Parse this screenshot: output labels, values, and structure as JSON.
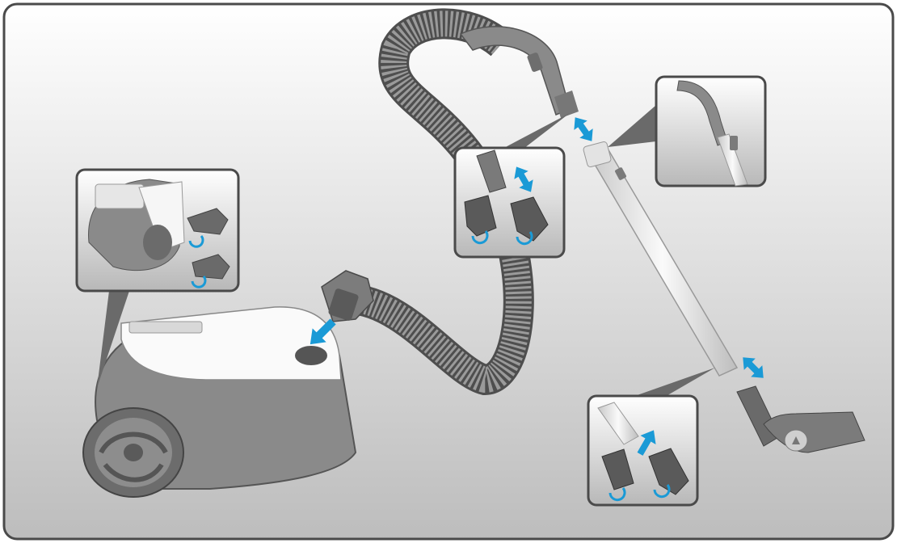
{
  "diagram": {
    "panel_colors": {
      "top": "#ffffff",
      "bottom": "#bdbdbd",
      "frame": "#4a4a4a"
    },
    "accent": "#1a9ad6",
    "device_colors": {
      "body_white": "#fafafa",
      "body_gray": "#8a8a8a",
      "dark": "#5e5e5e",
      "tube": "#e9e9e9"
    },
    "icons": [
      "vacuum-body",
      "flexible-hose",
      "hose-handle",
      "extension-tube",
      "floor-nozzle",
      "push-arrow-icon",
      "double-arrow-icon",
      "rotate-arrow-icon"
    ]
  }
}
